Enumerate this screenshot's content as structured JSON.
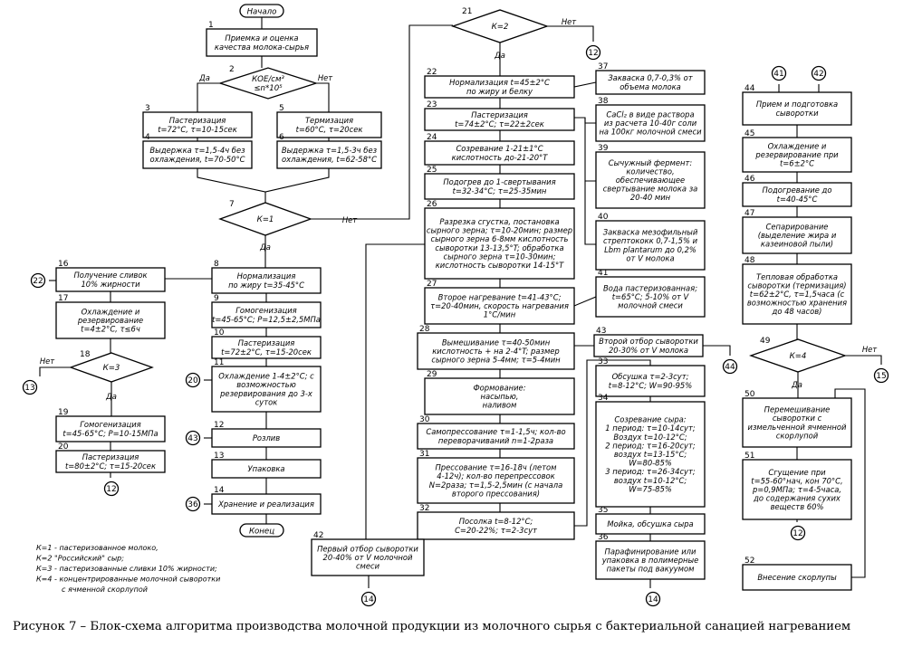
{
  "caption": "Рисунок 7 – Блок-схема алгоритма производства молочной продукции из молочного сырья с бактериальной санацией нагреванием",
  "legend": [
    "К=1 - пастеризованное молоко,",
    "К=2 \"Российский\" сыр;",
    "К=3 - пастеризованные сливки 10% жирности;",
    "К=4 - концентрированные молочной сыворотки",
    "с ячменной скорлупой"
  ],
  "branch_labels": {
    "yes": "Да",
    "no": "Нет"
  },
  "start_label": "Начало",
  "end_label": "Конец",
  "boxes": {
    "b1": {
      "num": "1",
      "lines": [
        "Приемка и оценка",
        "качества молока-сырья"
      ]
    },
    "b3": {
      "num": "3",
      "lines": [
        "Пастеризация",
        "t=72°C, τ=10-15сек"
      ]
    },
    "b4": {
      "num": "4",
      "lines": [
        "Выдержка τ=1,5-4ч без",
        "охлаждения, t=70-50°C"
      ]
    },
    "b5": {
      "num": "5",
      "lines": [
        "Термизация",
        "t=60°C, τ=20сек"
      ]
    },
    "b6": {
      "num": "6",
      "lines": [
        "Выдержка τ=1,5-3ч без",
        "охлаждения, t=62-58°C"
      ]
    },
    "b8": {
      "num": "8",
      "lines": [
        "Нормализация",
        "по жиру t=35-45°C"
      ]
    },
    "b9": {
      "num": "9",
      "lines": [
        "Гомогенизация",
        "t=45-65°C; P=12,5±2,5МПа"
      ]
    },
    "b10": {
      "num": "10",
      "lines": [
        "Пастеризация",
        "t=72±2°C, τ=15-20сек"
      ]
    },
    "b11": {
      "num": "11",
      "lines": [
        "Охлаждение 1-4±2°C; с",
        "возможностью",
        "резервирования до 3-х",
        "суток"
      ]
    },
    "b12": {
      "num": "12",
      "lines": [
        "Розлив"
      ]
    },
    "b13": {
      "num": "13",
      "lines": [
        "Упаковка"
      ]
    },
    "b14": {
      "num": "14",
      "lines": [
        "Хранение и реализация"
      ]
    },
    "b16": {
      "num": "16",
      "lines": [
        "Получение сливок",
        "10% жирности"
      ]
    },
    "b17": {
      "num": "17",
      "lines": [
        "Охлаждение и",
        "резервирование",
        "t=4±2°C, τ≤6ч"
      ]
    },
    "b19": {
      "num": "19",
      "lines": [
        "Гомогенизация",
        "t=45-65°C; P=10-15МПа"
      ]
    },
    "b20": {
      "num": "20",
      "lines": [
        "Пастеризация",
        "t=80±2°C; τ=15-20сек"
      ]
    },
    "b22": {
      "num": "22",
      "lines": [
        "Нормализация t=45±2°C",
        "по жиру и белку"
      ]
    },
    "b23": {
      "num": "23",
      "lines": [
        "Пастеризация",
        "t=74±2°C; τ=22±2сек"
      ]
    },
    "b24": {
      "num": "24",
      "lines": [
        "Созревание 1-21±1°C",
        "кислотность до-21-20°T"
      ]
    },
    "b25": {
      "num": "25",
      "lines": [
        "Подогрев до 1-свертывания",
        "t=32-34°C; τ=25-35мин"
      ]
    },
    "b26": {
      "num": "26",
      "lines": [
        "Разрезка сгустка, постановка",
        "сырного зерна; τ=10-20мин; размер",
        "сырного зерна 6-8мм кислотность",
        "сыворотки 13-13,5°T; обработка",
        "сырного зерна τ=10-30мин;",
        "кислотность сыворотки 14-15°T"
      ]
    },
    "b27": {
      "num": "27",
      "lines": [
        "Второе нагревание t=41-43°C;",
        "τ=20-40мин, скорость нагревания",
        "1°C/мин"
      ]
    },
    "b28": {
      "num": "28",
      "lines": [
        "Вымешивание τ=40-50мин",
        "кислотность + на 2-4°T; размер",
        "сырного зерна 5-4мм; τ=5-4мин"
      ]
    },
    "b29": {
      "num": "29",
      "lines": [
        "Формование:",
        "насыпью,",
        "наливом"
      ]
    },
    "b30": {
      "num": "30",
      "lines": [
        "Самопрессование τ=1-1,5ч; кол-во",
        "переворачиваний n=1-2раза"
      ]
    },
    "b31": {
      "num": "31",
      "lines": [
        "Прессование τ=16-18ч (летом",
        "4-12ч); кол-во перепрессовок",
        "N=2раза; τ=1,5-2,5мин (с начала",
        "второго прессования)"
      ]
    },
    "b32": {
      "num": "32",
      "lines": [
        "Посолка t=8-12°C;",
        "C=20-22%; τ=2-3сут"
      ]
    },
    "b33": {
      "num": "33",
      "lines": [
        "Обсушка τ=2-3сут;",
        "t=8-12°C; W=90-95%"
      ]
    },
    "b34": {
      "num": "34",
      "lines": [
        "Созревание сыра:",
        "1 период: τ=10-14сут;",
        "Воздух t=10-12°C;",
        "2 период: τ=16-20сут;",
        "воздух t=13-15°C;",
        "W=80-85%",
        "3 период: τ=26-34сут;",
        "воздух t=10-12°C;",
        "W=75-85%"
      ]
    },
    "b35": {
      "num": "35",
      "lines": [
        "Мойка, обсушка сыра"
      ]
    },
    "b36": {
      "num": "36",
      "lines": [
        "Парафинирование или",
        "упаковка в полимерные",
        "пакеты под вакуумом"
      ]
    },
    "b37": {
      "num": "37",
      "lines": [
        "Закваска 0,7-0,3% от",
        "объема молока"
      ]
    },
    "b38": {
      "num": "38",
      "lines": [
        "CaCl₂ в виде раствора",
        "из расчета 10-40г соли",
        "на 100кг молочной смеси"
      ]
    },
    "b39": {
      "num": "39",
      "lines": [
        "Сычужный фермент:",
        "количество,",
        "обеспечивающее",
        "свертывание молока за",
        "20-40 мин"
      ]
    },
    "b40": {
      "num": "40",
      "lines": [
        "Закваска мезофильный",
        "стрептококк 0,7-1,5% и",
        "Lbm plantarum до 0,2%",
        "от V молока"
      ]
    },
    "b41": {
      "num": "41",
      "lines": [
        "Вода пастеризованная;",
        "t=65°C; 5-10% от V",
        "молочной смеси"
      ]
    },
    "b42": {
      "num": "42",
      "lines": [
        "Первый отбор сыворотки",
        "20-40% от V молочной",
        "смеси"
      ]
    },
    "b43": {
      "num": "43",
      "lines": [
        "Второй отбор сыворотки",
        "20-30% от V молока"
      ]
    },
    "b44": {
      "num": "44",
      "lines": [
        "Прием и подготовка",
        "сыворотки"
      ]
    },
    "b45": {
      "num": "45",
      "lines": [
        "Охлаждение и",
        "резервирование при",
        "t=6±2°C"
      ]
    },
    "b46": {
      "num": "46",
      "lines": [
        "Подогревание до",
        "t=40-45°C"
      ]
    },
    "b47": {
      "num": "47",
      "lines": [
        "Сепарирование",
        "(выделение жира и",
        "казеиновой пыли)"
      ]
    },
    "b48": {
      "num": "48",
      "lines": [
        "Тепловая обработка",
        "сыворотки (термизация)",
        "t=62±2°C, τ=1,5часа (с",
        "возможностью хранения",
        "до 48 часов)"
      ]
    },
    "b50": {
      "num": "50",
      "lines": [
        "Перемешивание",
        "сыворотки с",
        "измельченной ячменной",
        "скорлупой"
      ]
    },
    "b51": {
      "num": "51",
      "lines": [
        "Сгущение при",
        "t=55-60°нач, кон 70°C,",
        "p=0,9МПа; τ=4-5часа,",
        "до содержания сухих",
        "веществ 60%"
      ]
    },
    "b52": {
      "num": "52",
      "lines": [
        "Внесение скорлупы"
      ]
    }
  },
  "decisions": {
    "d2": {
      "num": "2",
      "lines": [
        "КОЕ/см³",
        "≤n*10⁵"
      ]
    },
    "d7": {
      "num": "7",
      "lines": [
        "К=1"
      ]
    },
    "d18": {
      "num": "18",
      "lines": [
        "К=3"
      ]
    },
    "d21": {
      "num": "21",
      "lines": [
        "К=2"
      ]
    },
    "d49": {
      "num": "49",
      "lines": [
        "К=4"
      ]
    }
  },
  "connectors": {
    "c12a": "12",
    "c12b": "12",
    "c12c": "12",
    "c13a": "13",
    "c14a": "14",
    "c14b": "14",
    "c15a": "15",
    "c15b": "15",
    "c20a": "20",
    "c22a": "22",
    "c43a": "43",
    "c44a": "44",
    "c44b": "44",
    "c36a": "36",
    "c41a": "41",
    "c42a": "42"
  }
}
